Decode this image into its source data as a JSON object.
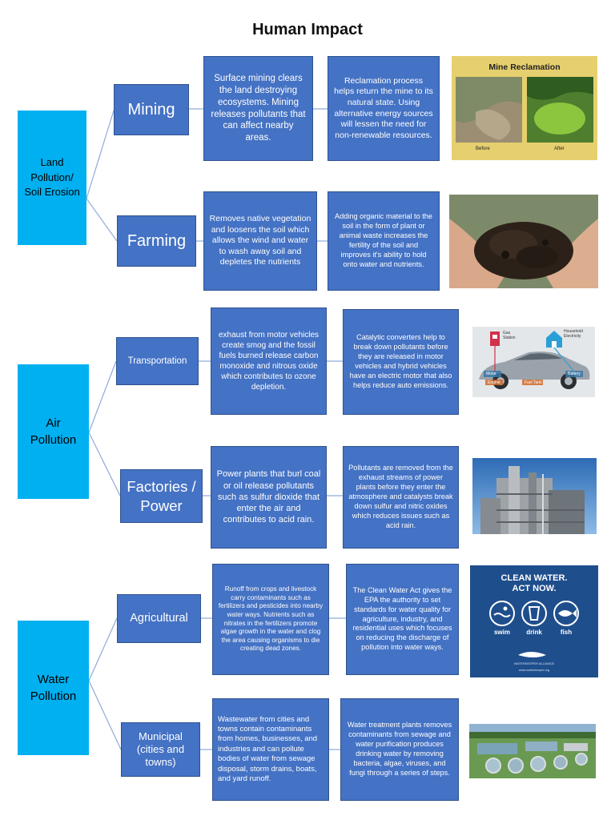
{
  "title": "Human Impact",
  "categories": [
    {
      "label": "Land Pollution/ Soil Erosion",
      "subs": [
        {
          "label": "Mining",
          "effect": "Surface mining clears the land destroying ecosystems. Mining releases pollutants that can affect nearby areas.",
          "solution": "Reclamation process helps return the mine to its natural state. Using alternative energy sources will lessen the need for non-renewable resources.",
          "image": {
            "title": "Mine Reclamation",
            "before": "Before",
            "after": "After"
          }
        },
        {
          "label": "Farming",
          "effect": "Removes native vegetation and loosens the soil which allows the wind and water to wash away soil and depletes the nutrients",
          "solution": "Adding organic material to the soil in the form of plant or animal waste increases the fertility of the soil and improves it's ability to hold onto water and nutrients."
        }
      ]
    },
    {
      "label": "Air Pollution",
      "subs": [
        {
          "label": "Transportation",
          "effect": "exhaust from motor vehicles create smog and the fossil fuels burned release carbon monoxide and nitrous oxide which contributes to ozone depletion.",
          "solution": "Catalytic converters help to break down pollutants before they are released in motor vehicles and hybrid vehicles have an electric motor that also helps reduce auto emissions.",
          "image": {
            "gas_station": "Gas Station",
            "household": "Household Electricity",
            "motor": "Motor",
            "battery": "Battery",
            "engine": "Engine",
            "fuel_tank": "Fuel Tank"
          }
        },
        {
          "label": "Factories / Power",
          "effect": "Power plants that burl coal or oil release pollutants such as sulfur dioxide that enter the air and contributes to acid rain.",
          "solution": "Pollutants are removed from the exhaust streams of power plants before they enter the atmosphere and catalysts break down sulfur and nitric oxides which reduces issues such as acid rain."
        }
      ]
    },
    {
      "label": "Water Pollution",
      "subs": [
        {
          "label": "Agricultural",
          "effect": "Runoff from crops and livestock carry contaminants such as fertilizers and pesticides into nearby water ways. Nutrients such as nitrates in the fertilizers promote algae growth in the water and clog the area causing organisms to die creating dead zones.",
          "solution": "The Clean Water Act gives the EPA the authority to set standards for water quality for agriculture, industry, and residential uses which focuses on reducing the discharge of pollution into water ways.",
          "image": {
            "line1": "CLEAN WATER.",
            "line2": "ACT NOW.",
            "swim": "swim",
            "drink": "drink",
            "fish": "fish",
            "footer": "WATERKEEPER ALLIANCE",
            "url": "www.waterkeeper.org"
          }
        },
        {
          "label": "Municipal (cities and towns)",
          "effect": "Wastewater from cities and towns contain contaminants from homes, businesses, and industries and can pollute bodies of water from sewage disposal, storm drains, boats, and yard runoff.",
          "solution": "Water treatment plants removes contaminants from sewage and water purification produces drinking water by removing bacteria, algae, viruses, and fungi through a series of steps."
        }
      ]
    }
  ],
  "colors": {
    "category": "#00b0f0",
    "box": "#4472c4",
    "border": "#2f528f",
    "connector": "#8eaadb"
  }
}
